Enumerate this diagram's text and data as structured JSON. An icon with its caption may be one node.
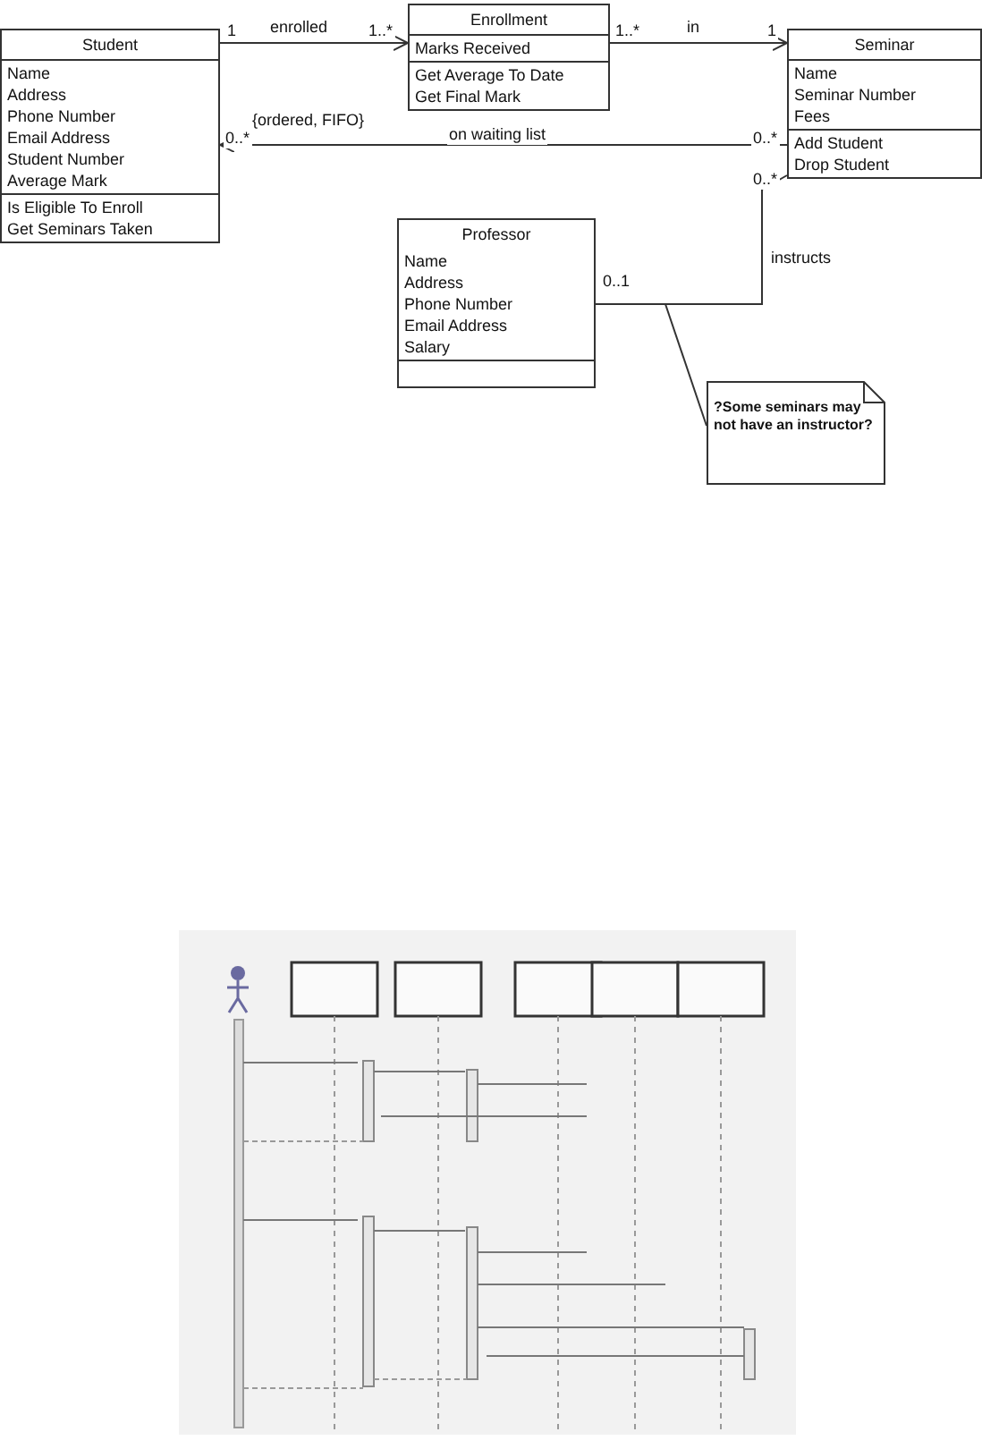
{
  "diagram": {
    "nodes": [
      {
        "text": [
          "Student",
          "Name",
          "Address",
          "Phone Number",
          "Email Address",
          "Student Number",
          "Average Mark",
          "Is Eligible To Enroll",
          "Get Seminars Taken"
        ]
      },
      {
        "text": [
          "Enrollment",
          "Marks Received",
          "Get Average To Date",
          "Get Final Mark"
        ]
      },
      {
        "text": [
          "Seminar",
          "Name",
          "Seminar Number",
          "Fees",
          "Add Student",
          "Drop Student"
        ]
      },
      {
        "text": [
          "Professor",
          "Name",
          "Address",
          "Phone Number",
          "Email Address",
          "Salary"
        ]
      },
      {
        "text": [
          "?Some seminars may not have an instructor?"
        ]
      },
      {
        "text": [],
        "shape": "picture"
      }
    ],
    "edges": [
      {
        "from": 0,
        "to": 1,
        "arrow": "to",
        "label": "enrolled"
      },
      {
        "from": 1,
        "to": 2,
        "arrow": "to",
        "label": "in"
      },
      {
        "from": 2,
        "to": 0,
        "arrow": "to",
        "label": "on waiting list"
      },
      {
        "from": 3,
        "to": 2,
        "arrow": "none",
        "label": "instructs"
      },
      {
        "from": 4,
        "to": null,
        "arrow": "none"
      }
    ],
    "labels": [
      "1",
      "1..*",
      "1..*",
      "1",
      "{ordered, FIFO}",
      "0..*",
      "0..*",
      "0..*",
      "0..1"
    ]
  }
}
